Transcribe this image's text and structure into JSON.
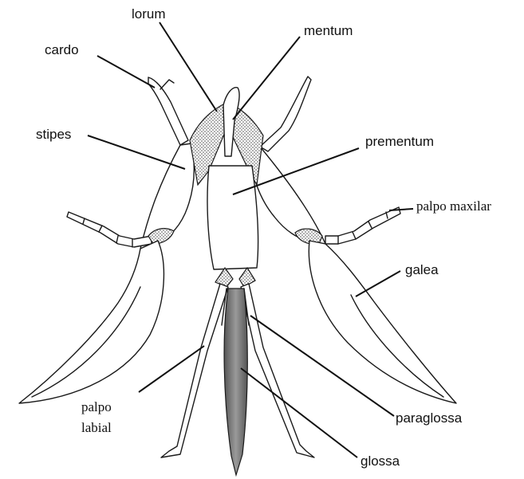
{
  "labels": {
    "lorum": "lorum",
    "mentum": "mentum",
    "cardo": "cardo",
    "stipes": "stipes",
    "prementum": "prementum",
    "palpo_maxilar": "palpo maxilar",
    "galea": "galea",
    "palpo_labial_line1": "palpo",
    "palpo_labial_line2": "labial",
    "paraglossa": "paraglossa",
    "glossa": "glossa"
  }
}
